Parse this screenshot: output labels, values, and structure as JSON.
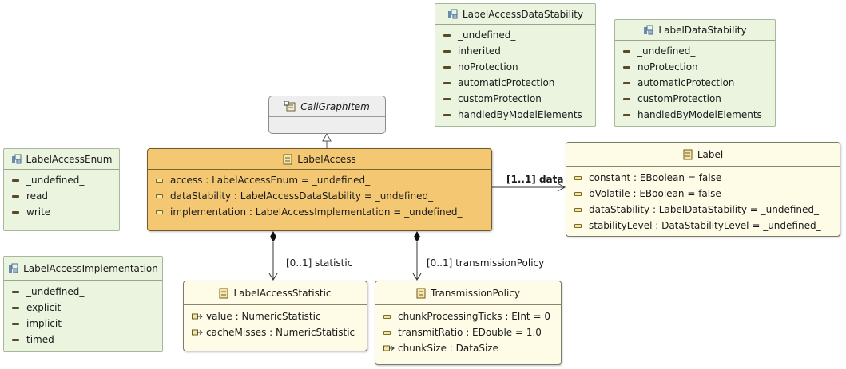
{
  "enums": {
    "label_access_enum": {
      "name": "LabelAccessEnum",
      "literals": [
        "_undefined_",
        "read",
        "write"
      ]
    },
    "label_access_impl": {
      "name": "LabelAccessImplementation",
      "literals": [
        "_undefined_",
        "explicit",
        "implicit",
        "timed"
      ]
    },
    "label_access_data_stability": {
      "name": "LabelAccessDataStability",
      "literals": [
        "_undefined_",
        "inherited",
        "noProtection",
        "automaticProtection",
        "customProtection",
        "handledByModelElements"
      ]
    },
    "label_data_stability": {
      "name": "LabelDataStability",
      "literals": [
        "_undefined_",
        "noProtection",
        "automaticProtection",
        "customProtection",
        "handledByModelElements"
      ]
    }
  },
  "classes": {
    "call_graph_item": {
      "name": "CallGraphItem"
    },
    "label_access": {
      "name": "LabelAccess",
      "attributes": [
        "access : LabelAccessEnum = _undefined_",
        "dataStability : LabelAccessDataStability = _undefined_",
        "implementation : LabelAccessImplementation = _undefined_"
      ]
    },
    "label": {
      "name": "Label",
      "attributes": [
        "constant : EBoolean = false",
        "bVolatile : EBoolean = false",
        "dataStability : LabelDataStability = _undefined_",
        "stabilityLevel : DataStabilityLevel = _undefined_"
      ]
    },
    "label_access_statistic": {
      "name": "LabelAccessStatistic",
      "references": [
        "value : NumericStatistic",
        "cacheMisses : NumericStatistic"
      ]
    },
    "transmission_policy": {
      "name": "TransmissionPolicy",
      "attributes": [
        "chunkProcessingTicks : EInt = 0",
        "transmitRatio : EDouble = 1.0"
      ],
      "references": [
        "chunkSize : DataSize"
      ]
    }
  },
  "relations": {
    "data": "[1..1] data",
    "statistic": "[0..1] statistic",
    "transmission_policy": "[0..1] transmissionPolicy"
  },
  "colors": {
    "enum_fill": "#eaf4df",
    "class_fill": "#fefbe6",
    "selected_fill": "#f4c773",
    "abstract_fill": "#eeeeee"
  }
}
